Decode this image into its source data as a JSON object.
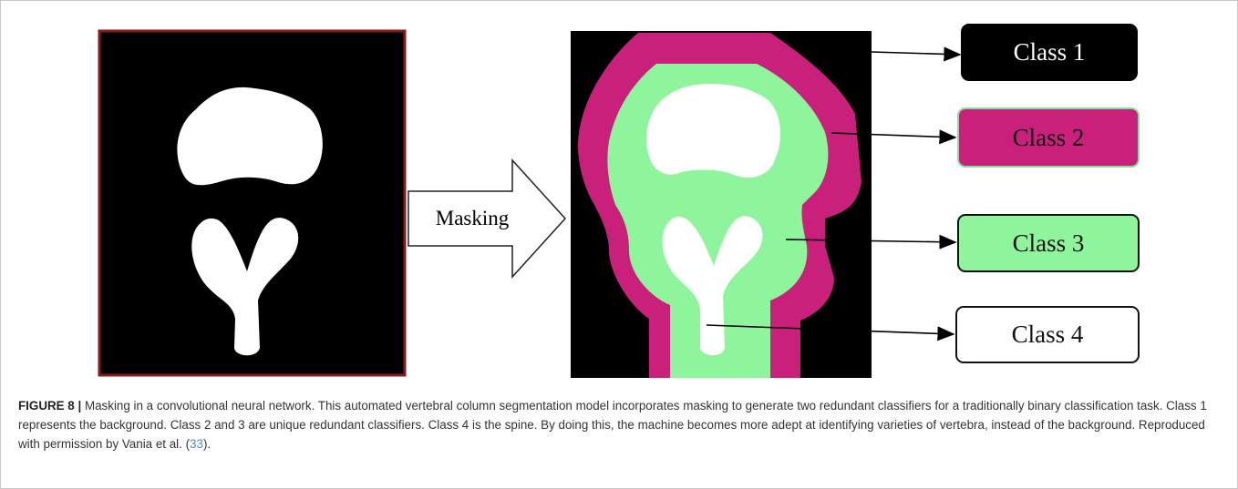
{
  "figure": {
    "arrow_label": "Masking",
    "classes": [
      "Class 1",
      "Class 2",
      "Class 3",
      "Class 4"
    ],
    "colors": {
      "class1": "#000000",
      "class2": "#c9217b",
      "class3": "#8ff59d",
      "class4": "#ffffff",
      "left_border": "#8b1a1a"
    }
  },
  "caption": {
    "label": "FIGURE 8 |",
    "text_before_ref": " Masking in a convolutional neural network. This automated vertebral column segmentation model incorporates masking to generate two redundant classifiers for a traditionally binary classification task. Class 1 represents the background. Class 2 and 3 are unique redundant classifiers. Class 4 is the spine. By doing this, the machine becomes more adept at identifying varieties of vertebra, instead of the background. Reproduced with permission by Vania et al. (",
    "ref": "33",
    "text_after_ref": ")."
  }
}
